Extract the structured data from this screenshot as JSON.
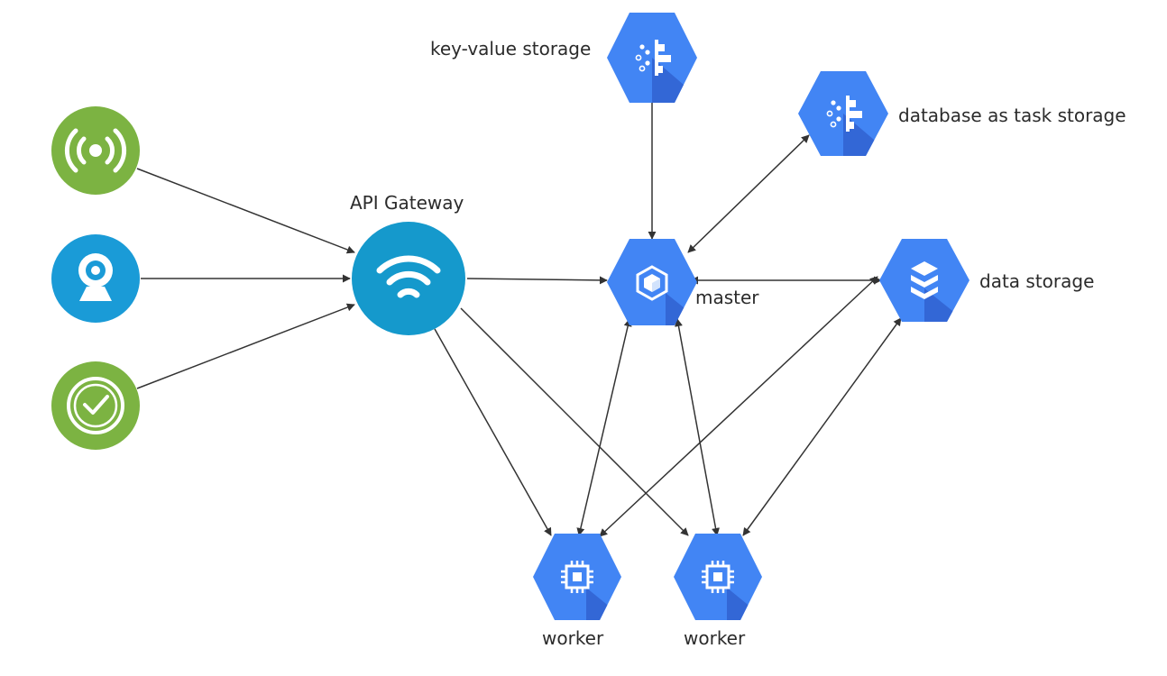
{
  "colors": {
    "background": "#ffffff",
    "green_source": "#7cb342",
    "blue_source": "#1a9bd7",
    "gateway": "#1599cc",
    "gcp_blue": "#4285f4",
    "gcp_shadow": "#3367d6",
    "arrow": "#333333"
  },
  "nodes": {
    "broadcast_source": {
      "icon": "broadcast-icon"
    },
    "webcam_source": {
      "icon": "webcam-icon"
    },
    "clock_source": {
      "icon": "clock-icon"
    },
    "api_gateway": {
      "label": "API Gateway",
      "icon": "wifi-icon"
    },
    "master": {
      "label": "master",
      "icon": "cube-icon"
    },
    "kv_storage": {
      "label": "key-value storage",
      "icon": "storage-icon"
    },
    "task_storage": {
      "label": "database as task storage",
      "icon": "storage-icon"
    },
    "data_storage": {
      "label": "data storage",
      "icon": "layers-icon"
    },
    "worker_1": {
      "label": "worker",
      "icon": "chip-icon"
    },
    "worker_2": {
      "label": "worker",
      "icon": "chip-icon"
    }
  },
  "edges": [
    {
      "from": "broadcast_source",
      "to": "api_gateway",
      "direction": "forward"
    },
    {
      "from": "webcam_source",
      "to": "api_gateway",
      "direction": "forward"
    },
    {
      "from": "clock_source",
      "to": "api_gateway",
      "direction": "forward"
    },
    {
      "from": "api_gateway",
      "to": "master",
      "direction": "forward"
    },
    {
      "from": "api_gateway",
      "to": "worker_1",
      "direction": "forward"
    },
    {
      "from": "api_gateway",
      "to": "worker_2",
      "direction": "forward"
    },
    {
      "from": "master",
      "to": "kv_storage",
      "direction": "both"
    },
    {
      "from": "master",
      "to": "task_storage",
      "direction": "both"
    },
    {
      "from": "master",
      "to": "data_storage",
      "direction": "both"
    },
    {
      "from": "master",
      "to": "worker_1",
      "direction": "both"
    },
    {
      "from": "master",
      "to": "worker_2",
      "direction": "both"
    },
    {
      "from": "data_storage",
      "to": "worker_1",
      "direction": "both"
    },
    {
      "from": "data_storage",
      "to": "worker_2",
      "direction": "both"
    }
  ]
}
